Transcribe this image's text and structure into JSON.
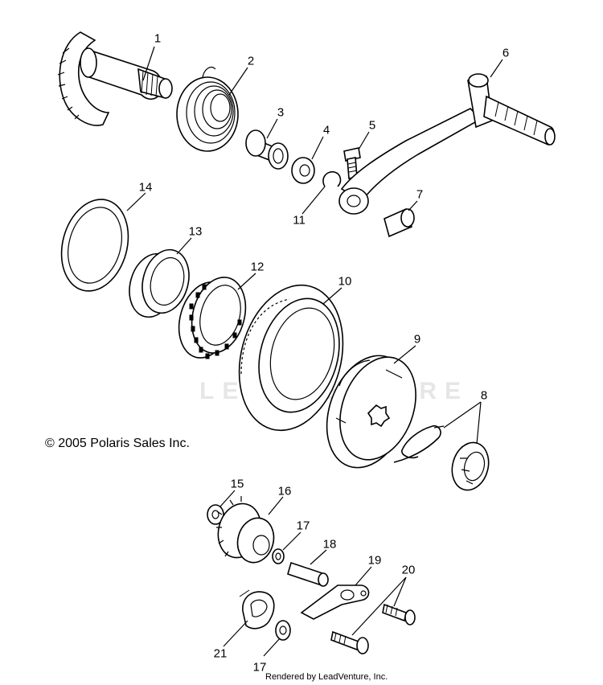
{
  "copyright": "© 2005 Polaris Sales Inc.",
  "rendered_by": "Rendered by LeadVenture, Inc.",
  "watermark": "LEADVENTURE",
  "callouts": [
    {
      "id": "1",
      "text": "1"
    },
    {
      "id": "2",
      "text": "2"
    },
    {
      "id": "3",
      "text": "3"
    },
    {
      "id": "4",
      "text": "4"
    },
    {
      "id": "5",
      "text": "5"
    },
    {
      "id": "6",
      "text": "6"
    },
    {
      "id": "7",
      "text": "7"
    },
    {
      "id": "8",
      "text": "8"
    },
    {
      "id": "9",
      "text": "9"
    },
    {
      "id": "10",
      "text": "10"
    },
    {
      "id": "11",
      "text": "11"
    },
    {
      "id": "12",
      "text": "12"
    },
    {
      "id": "13",
      "text": "13"
    },
    {
      "id": "14",
      "text": "14"
    },
    {
      "id": "15",
      "text": "15"
    },
    {
      "id": "16",
      "text": "16"
    },
    {
      "id": "17a",
      "text": "17"
    },
    {
      "id": "17b",
      "text": "17"
    },
    {
      "id": "18",
      "text": "18"
    },
    {
      "id": "19",
      "text": "19"
    },
    {
      "id": "20",
      "text": "20"
    },
    {
      "id": "21",
      "text": "21"
    }
  ]
}
